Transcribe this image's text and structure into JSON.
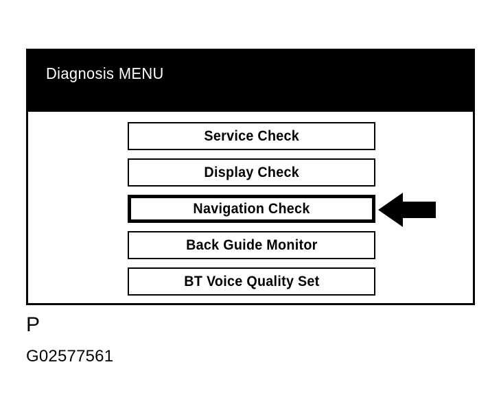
{
  "figure": {
    "caption_letter": "P",
    "figure_id": "G02577561",
    "background_color": "#ffffff",
    "ink_color": "#000000"
  },
  "screen": {
    "title_bar": {
      "title": "Diagnosis MENU",
      "background_color": "#000000",
      "text_color": "#ffffff"
    },
    "menu": {
      "items": [
        {
          "label": "Service Check",
          "selected": false
        },
        {
          "label": "Display Check",
          "selected": false
        },
        {
          "label": "Navigation Check",
          "selected": true
        },
        {
          "label": "Back Guide Monitor",
          "selected": false
        },
        {
          "label": "BT Voice Quality Set",
          "selected": false
        }
      ],
      "button_background_color": "#ffffff",
      "button_border_color": "#000000",
      "button_text_color": "#000000"
    }
  },
  "annotation": {
    "arrow": {
      "icon": "arrow-left-icon",
      "direction": "left",
      "color": "#000000",
      "points_to": "Navigation Check"
    }
  }
}
